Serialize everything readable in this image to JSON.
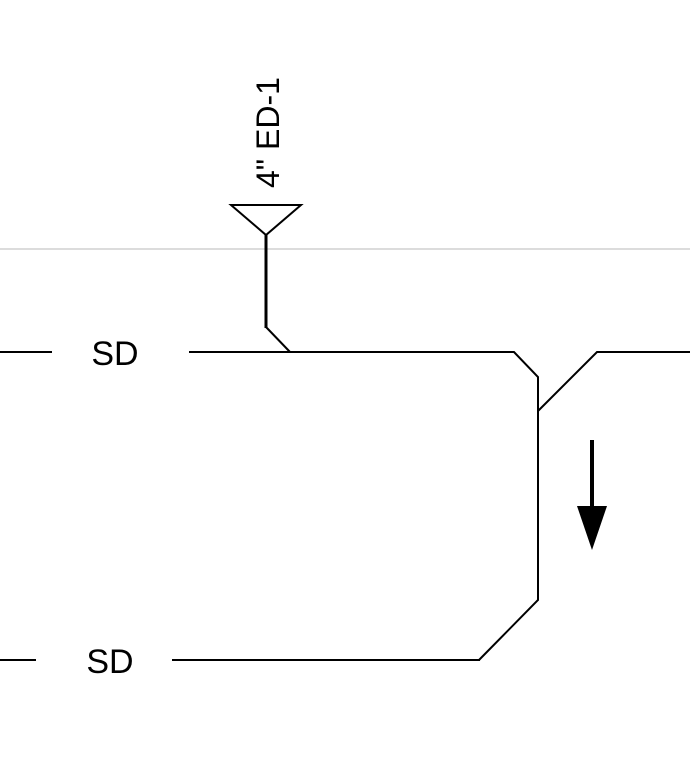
{
  "drawing": {
    "pipe_tag": "4\" ED-1",
    "upper_line_label": "SD",
    "lower_line_label": "SD",
    "flow_arrow": "arrow-down-icon"
  }
}
